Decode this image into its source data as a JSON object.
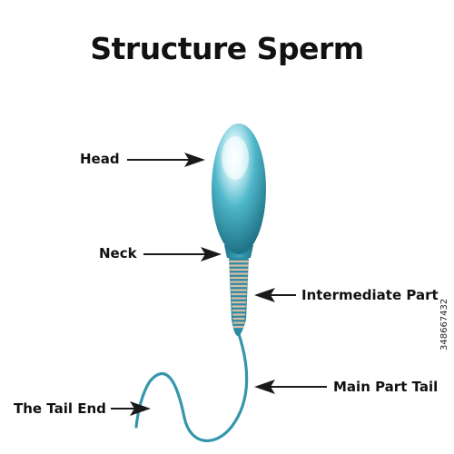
{
  "title": "Structure Sperm",
  "labels": {
    "head": "Head",
    "neck": "Neck",
    "intermediate_part": "Intermediate Part",
    "main_part_tail": "Main Part Tail",
    "tail_end": "The Tail End"
  },
  "watermark": "348667432",
  "colors": {
    "cell_body": "#2f93a8",
    "cell_highlight": "#e9fbff",
    "midpiece_stripe": "#d9b9a5",
    "arrow": "#1a1a1a"
  }
}
